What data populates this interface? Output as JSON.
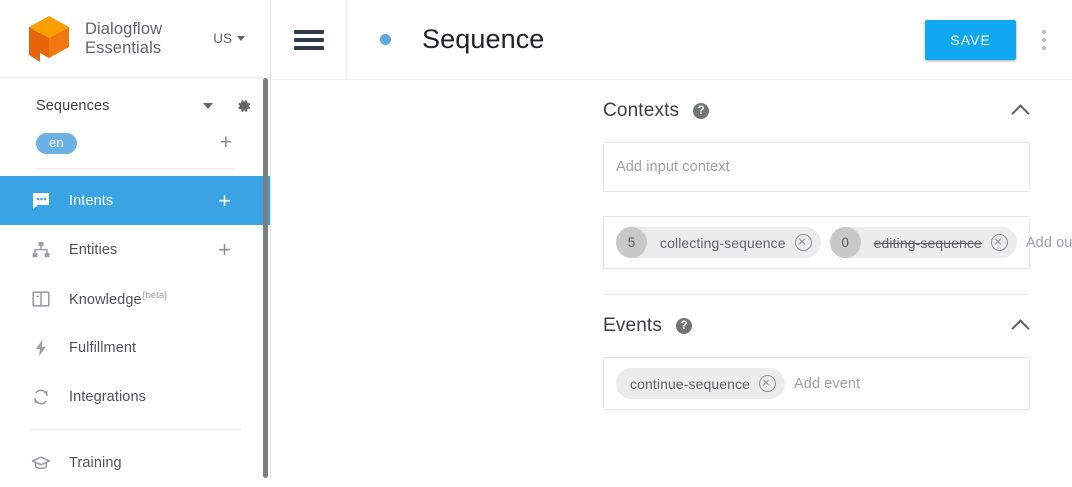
{
  "brand": {
    "logo_name": "dialogflow-cube-logo",
    "name_line1": "Dialogflow",
    "name_line2": "Essentials",
    "region_label": "US",
    "logo_colors": {
      "top": "#fa9f00",
      "left": "#e8650a",
      "right": "#f0780f"
    }
  },
  "sidebar": {
    "agent_name": "Sequences",
    "language_chip": "en",
    "add_language_label": "+",
    "accent_active": "#39a3e3",
    "chip_color": "#6cb2e4",
    "items": [
      {
        "label": "Intents",
        "icon": "speech-bubble-icon",
        "active": true,
        "plus": "+"
      },
      {
        "label": "Entities",
        "icon": "hierarchy-icon",
        "active": false,
        "plus": "+"
      },
      {
        "label": "Knowledge",
        "icon": "book-icon",
        "active": false,
        "badge": "[beta]"
      },
      {
        "label": "Fulfillment",
        "icon": "lightning-bolt-icon",
        "active": false
      },
      {
        "label": "Integrations",
        "icon": "refresh-arrows-icon",
        "active": false
      },
      {
        "label": "Training",
        "icon": "graduation-cap-icon",
        "active": false
      }
    ]
  },
  "topbar": {
    "menu_icon": "hamburger-icon",
    "status_dot_color": "#5ea9e2",
    "title": "Sequence",
    "save_label": "SAVE",
    "save_color": "#10a8f0",
    "overflow_icon": "kebab-menu-icon"
  },
  "contexts": {
    "title": "Contexts",
    "help_icon": "help-icon",
    "help_glyph": "?",
    "collapse_icon": "chevron-up-icon",
    "input_placeholder": "Add input context",
    "output_placeholder": "Add output context",
    "clear_label": "✖",
    "output_chips": [
      {
        "count": "5",
        "label": "collecting-sequence",
        "struck": false
      },
      {
        "count": "0",
        "label": "editing-sequence",
        "struck": true
      }
    ]
  },
  "events": {
    "title": "Events",
    "help_icon": "help-icon",
    "help_glyph": "?",
    "collapse_icon": "chevron-up-icon",
    "placeholder": "Add event",
    "chips": [
      {
        "label": "continue-sequence"
      }
    ]
  }
}
